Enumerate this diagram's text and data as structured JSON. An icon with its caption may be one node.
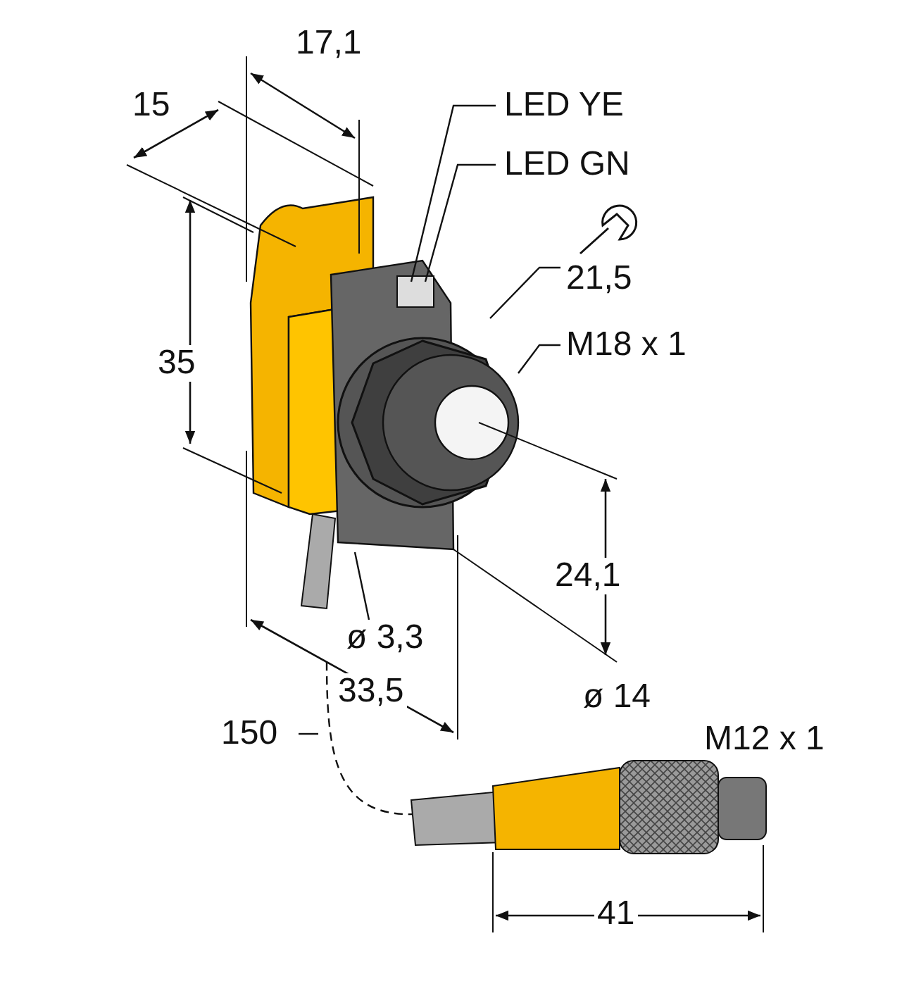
{
  "diagram": {
    "nodes": [
      {
        "text": [
          "LED YE"
        ]
      },
      {
        "text": [
          "LED GN"
        ]
      },
      {
        "text": [
          "21,5"
        ]
      },
      {
        "text": [
          "M18 x 1"
        ]
      },
      {
        "text": [
          "ø 3,3"
        ]
      },
      {
        "text": [],
        "shape": "picture"
      }
    ],
    "edges": [
      {
        "from": 0,
        "to": 5,
        "arrow": "none"
      },
      {
        "from": 1,
        "to": 5,
        "arrow": "none"
      },
      {
        "from": 2,
        "to": 5,
        "arrow": "none"
      },
      {
        "from": 3,
        "to": 5,
        "arrow": "none"
      },
      {
        "from": 4,
        "to": 5,
        "arrow": "none"
      }
    ],
    "labels": [
      "15",
      "17,1",
      "35",
      "24,1",
      "33,5",
      "150",
      "ø 14",
      "M12 x 1",
      "41"
    ]
  }
}
